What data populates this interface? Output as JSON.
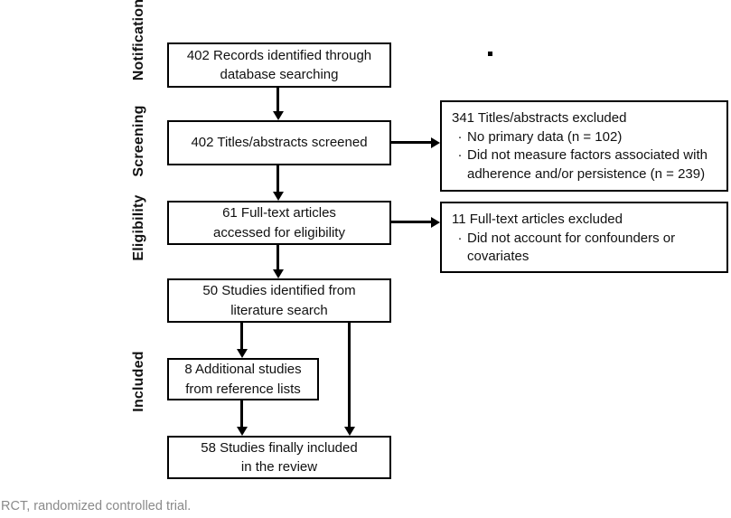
{
  "colors": {
    "background": "#ffffff",
    "line": "#000000",
    "text": "#111111",
    "footnote": "#8a8a8a"
  },
  "bullet_char": "·",
  "stages": [
    {
      "label": "Notification"
    },
    {
      "label": "Screening"
    },
    {
      "label": "Eligibility"
    },
    {
      "label": "Included"
    }
  ],
  "flow_boxes": [
    {
      "id": "records-identified",
      "text": "402 Records identified through\ndatabase searching"
    },
    {
      "id": "titles-screened",
      "text": "402 Titles/abstracts screened"
    },
    {
      "id": "fulltext-accessed",
      "text": "61 Full-text articles\naccessed for eligibility"
    },
    {
      "id": "studies-identified",
      "text": "50 Studies identified from\nliterature search"
    },
    {
      "id": "additional-studies",
      "text": "8 Additional studies\nfrom reference lists"
    },
    {
      "id": "studies-included",
      "text": "58 Studies finally included\nin the review"
    }
  ],
  "exclusion_boxes": [
    {
      "id": "titles-excluded",
      "title": "341 Titles/abstracts excluded",
      "bullets": [
        "No primary data (n = 102)",
        "Did not measure factors associated with adherence and/or persistence (n = 239)"
      ]
    },
    {
      "id": "fulltext-excluded",
      "title": "11 Full-text articles excluded",
      "bullets": [
        "Did not account for confounders or covariates"
      ]
    }
  ],
  "footnote": "RCT, randomized controlled trial."
}
